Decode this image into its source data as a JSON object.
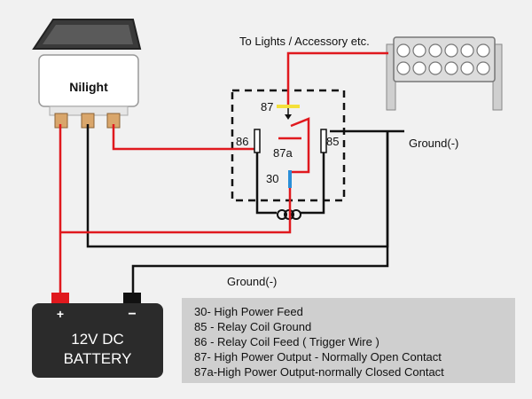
{
  "labels": {
    "top": "To Lights / Accessory etc.",
    "ground_right": "Ground(-)",
    "ground_mid": "Ground(-)",
    "brand": "Nilight"
  },
  "relay": {
    "pin87": "87",
    "pin87a": "87a",
    "pin86": "86",
    "pin85": "85",
    "pin30": "30"
  },
  "battery": {
    "plus": "+",
    "minus": "−",
    "line1": "12V DC",
    "line2": "BATTERY"
  },
  "legend": [
    "30- High Power Feed",
    "85 - Relay Coil Ground",
    "86 - Relay Coil Feed ( Trigger Wire )",
    "87- High Power Output - Normally Open Contact",
    "87a-High Power Output-normally Closed Contact"
  ],
  "colors": {
    "background": "#f1f1f1",
    "positive_wire": "#e0191e",
    "ground_wire": "#111111",
    "switch_terminal": "#d9a66b",
    "contact_87": "#f4e03a",
    "contact_30": "#2a8fd8",
    "legend_bg": "#cfcfcf",
    "battery_body": "#2b2b2b"
  }
}
